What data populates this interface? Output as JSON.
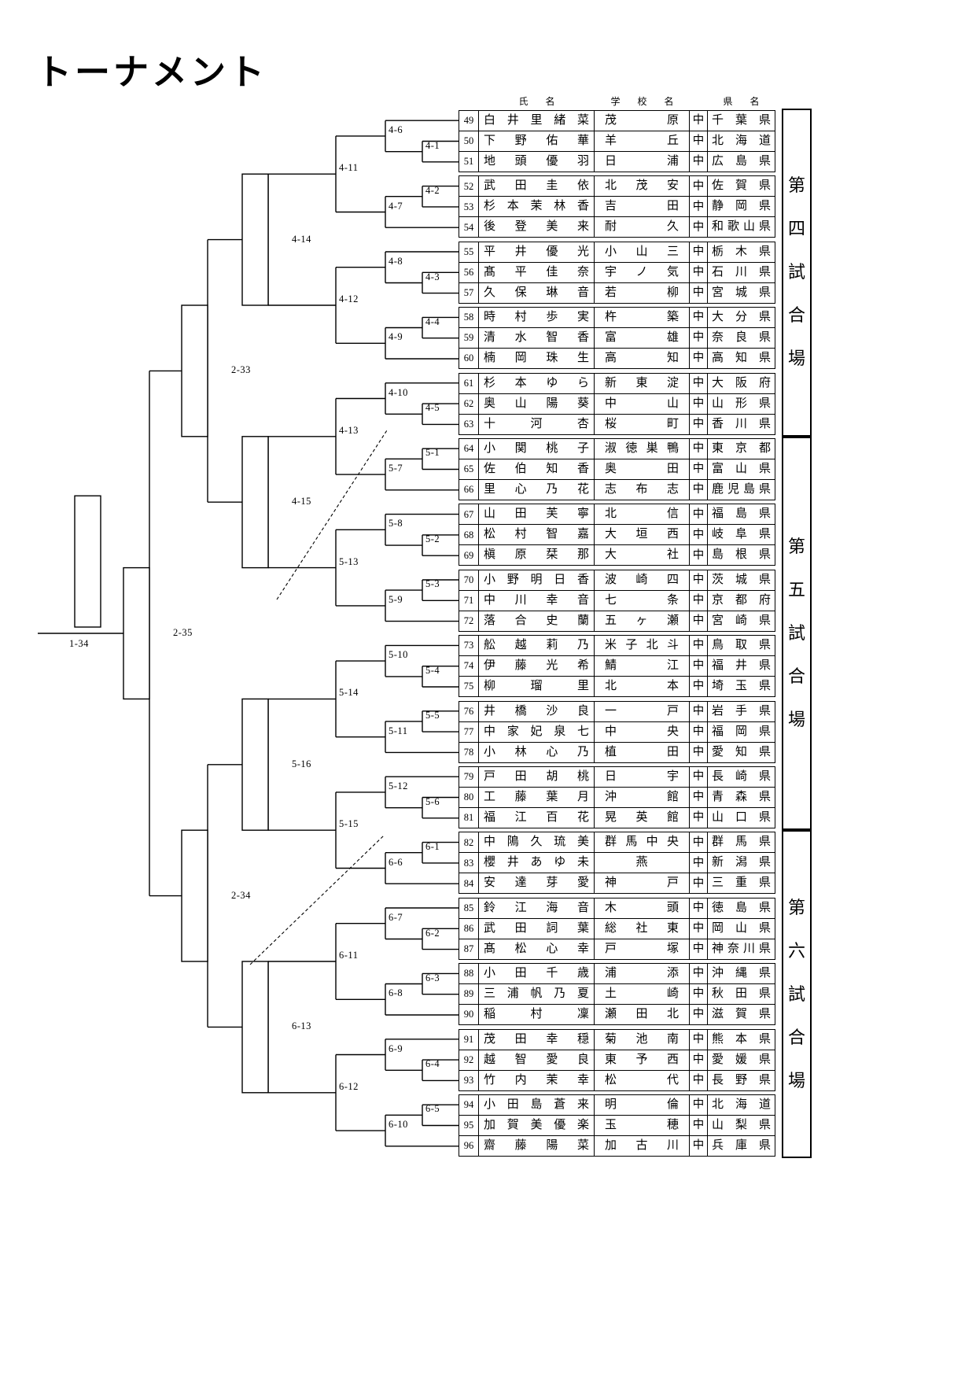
{
  "title": "トーナメント",
  "colors": {
    "line": "#000000",
    "background": "#ffffff",
    "text": "#000000"
  },
  "table": {
    "headers": {
      "name": "氏　名",
      "school": "学　校　名",
      "pref": "県　名"
    },
    "school_suffix": "中",
    "players": [
      {
        "no": 49,
        "name": "白井里緒菜",
        "school": "茂原",
        "pref": "千葉県"
      },
      {
        "no": 50,
        "name": "下野佑華",
        "school": "羊丘",
        "pref": "北海道"
      },
      {
        "no": 51,
        "name": "地頭優羽",
        "school": "日浦",
        "pref": "広島県"
      },
      {
        "no": 52,
        "name": "武田圭依",
        "school": "北茂安",
        "pref": "佐賀県"
      },
      {
        "no": 53,
        "name": "杉本茉林香",
        "school": "吉田",
        "pref": "静岡県"
      },
      {
        "no": 54,
        "name": "後登美来",
        "school": "耐久",
        "pref": "和歌山県"
      },
      {
        "no": 55,
        "name": "平井優光",
        "school": "小山三",
        "pref": "栃木県"
      },
      {
        "no": 56,
        "name": "髙平佳奈",
        "school": "宇ノ気",
        "pref": "石川県"
      },
      {
        "no": 57,
        "name": "久保琳音",
        "school": "若柳",
        "pref": "宮城県"
      },
      {
        "no": 58,
        "name": "時村歩実",
        "school": "杵築",
        "pref": "大分県"
      },
      {
        "no": 59,
        "name": "清水智香",
        "school": "富雄",
        "pref": "奈良県"
      },
      {
        "no": 60,
        "name": "楠岡珠生",
        "school": "高知",
        "pref": "高知県"
      },
      {
        "no": 61,
        "name": "杉本ゆら",
        "school": "新東淀",
        "pref": "大阪府"
      },
      {
        "no": 62,
        "name": "奥山陽葵",
        "school": "中山",
        "pref": "山形県"
      },
      {
        "no": 63,
        "name": "十河杏",
        "school": "桜町",
        "pref": "香川県"
      },
      {
        "no": 64,
        "name": "小関桃子",
        "school": "淑徳巣鴨",
        "pref": "東京都"
      },
      {
        "no": 65,
        "name": "佐伯知香",
        "school": "奥田",
        "pref": "富山県"
      },
      {
        "no": 66,
        "name": "里心乃花",
        "school": "志布志",
        "pref": "鹿児島県"
      },
      {
        "no": 67,
        "name": "山田芙寧",
        "school": "北信",
        "pref": "福島県"
      },
      {
        "no": 68,
        "name": "松村智嘉",
        "school": "大垣西",
        "pref": "岐阜県"
      },
      {
        "no": 69,
        "name": "槇原栞那",
        "school": "大社",
        "pref": "島根県"
      },
      {
        "no": 70,
        "name": "小野明日香",
        "school": "波崎四",
        "pref": "茨城県"
      },
      {
        "no": 71,
        "name": "中川幸音",
        "school": "七条",
        "pref": "京都府"
      },
      {
        "no": 72,
        "name": "落合史蘭",
        "school": "五ヶ瀬",
        "pref": "宮崎県"
      },
      {
        "no": 73,
        "name": "舩越莉乃",
        "school": "米子北斗",
        "pref": "鳥取県"
      },
      {
        "no": 74,
        "name": "伊藤光希",
        "school": "鯖江",
        "pref": "福井県"
      },
      {
        "no": 75,
        "name": "柳瑠里",
        "school": "北本",
        "pref": "埼玉県"
      },
      {
        "no": 76,
        "name": "井橋沙良",
        "school": "一戸",
        "pref": "岩手県"
      },
      {
        "no": 77,
        "name": "中家妃泉七",
        "school": "中央",
        "pref": "福岡県"
      },
      {
        "no": 78,
        "name": "小林心乃",
        "school": "植田",
        "pref": "愛知県"
      },
      {
        "no": 79,
        "name": "戸田胡桃",
        "school": "日宇",
        "pref": "長崎県"
      },
      {
        "no": 80,
        "name": "工藤葉月",
        "school": "沖館",
        "pref": "青森県"
      },
      {
        "no": 81,
        "name": "福江百花",
        "school": "晃英館",
        "pref": "山口県"
      },
      {
        "no": 82,
        "name": "中隝久琉美",
        "school": "群馬中央",
        "pref": "群馬県"
      },
      {
        "no": 83,
        "name": "櫻井あゆ未",
        "school": "燕",
        "pref": "新潟県"
      },
      {
        "no": 84,
        "name": "安達芽愛",
        "school": "神戸",
        "pref": "三重県"
      },
      {
        "no": 85,
        "name": "鈴江海音",
        "school": "木頭",
        "pref": "徳島県"
      },
      {
        "no": 86,
        "name": "武田詞葉",
        "school": "総社東",
        "pref": "岡山県"
      },
      {
        "no": 87,
        "name": "髙松心幸",
        "school": "戸塚",
        "pref": "神奈川県"
      },
      {
        "no": 88,
        "name": "小田千歳",
        "school": "浦添",
        "pref": "沖縄県"
      },
      {
        "no": 89,
        "name": "三浦帆乃夏",
        "school": "土崎",
        "pref": "秋田県"
      },
      {
        "no": 90,
        "name": "稲村凜",
        "school": "瀬田北",
        "pref": "滋賀県"
      },
      {
        "no": 91,
        "name": "茂田幸穏",
        "school": "菊池南",
        "pref": "熊本県"
      },
      {
        "no": 92,
        "name": "越智愛良",
        "school": "東予西",
        "pref": "愛媛県"
      },
      {
        "no": 93,
        "name": "竹内茉幸",
        "school": "松代",
        "pref": "長野県"
      },
      {
        "no": 94,
        "name": "小田島蒼来",
        "school": "明倫",
        "pref": "北海道"
      },
      {
        "no": 95,
        "name": "加賀美優楽",
        "school": "玉穂",
        "pref": "山梨県"
      },
      {
        "no": 96,
        "name": "齋藤陽菜",
        "school": "加古川",
        "pref": "兵庫県"
      }
    ]
  },
  "bracket": {
    "matches": [
      {
        "label": "4-1",
        "a": {
          "p": 50
        },
        "b": {
          "p": 51
        }
      },
      {
        "label": "4-2",
        "a": {
          "p": 52
        },
        "b": {
          "p": 53
        }
      },
      {
        "label": "4-3",
        "a": {
          "p": 56
        },
        "b": {
          "p": 57
        }
      },
      {
        "label": "4-4",
        "a": {
          "p": 58
        },
        "b": {
          "p": 59
        }
      },
      {
        "label": "4-5",
        "a": {
          "p": 62
        },
        "b": {
          "p": 63
        }
      },
      {
        "label": "5-1",
        "a": {
          "p": 64
        },
        "b": {
          "p": 65
        }
      },
      {
        "label": "5-2",
        "a": {
          "p": 68
        },
        "b": {
          "p": 69
        }
      },
      {
        "label": "5-3",
        "a": {
          "p": 70
        },
        "b": {
          "p": 71
        }
      },
      {
        "label": "5-4",
        "a": {
          "p": 74
        },
        "b": {
          "p": 75
        }
      },
      {
        "label": "5-5",
        "a": {
          "p": 76
        },
        "b": {
          "p": 77
        }
      },
      {
        "label": "5-6",
        "a": {
          "p": 80
        },
        "b": {
          "p": 81
        }
      },
      {
        "label": "6-1",
        "a": {
          "p": 82
        },
        "b": {
          "p": 83
        }
      },
      {
        "label": "6-2",
        "a": {
          "p": 86
        },
        "b": {
          "p": 87
        }
      },
      {
        "label": "6-3",
        "a": {
          "p": 88
        },
        "b": {
          "p": 89
        }
      },
      {
        "label": "6-4",
        "a": {
          "p": 92
        },
        "b": {
          "p": 93
        }
      },
      {
        "label": "6-5",
        "a": {
          "p": 94
        },
        "b": {
          "p": 95
        }
      },
      {
        "label": "4-6",
        "a": {
          "p": 49
        },
        "b": {
          "m": "4-1"
        }
      },
      {
        "label": "4-7",
        "a": {
          "m": "4-2"
        },
        "b": {
          "p": 54
        }
      },
      {
        "label": "4-8",
        "a": {
          "p": 55
        },
        "b": {
          "m": "4-3"
        }
      },
      {
        "label": "4-9",
        "a": {
          "m": "4-4"
        },
        "b": {
          "p": 60
        }
      },
      {
        "label": "4-10",
        "a": {
          "p": 61
        },
        "b": {
          "m": "4-5"
        }
      },
      {
        "label": "5-7",
        "a": {
          "m": "5-1"
        },
        "b": {
          "p": 66
        }
      },
      {
        "label": "5-8",
        "a": {
          "p": 67
        },
        "b": {
          "m": "5-2"
        }
      },
      {
        "label": "5-9",
        "a": {
          "m": "5-3"
        },
        "b": {
          "p": 72
        }
      },
      {
        "label": "5-10",
        "a": {
          "p": 73
        },
        "b": {
          "m": "5-4"
        }
      },
      {
        "label": "5-11",
        "a": {
          "m": "5-5"
        },
        "b": {
          "p": 78
        }
      },
      {
        "label": "5-12",
        "a": {
          "p": 79
        },
        "b": {
          "m": "5-6"
        }
      },
      {
        "label": "6-6",
        "a": {
          "m": "6-1"
        },
        "b": {
          "p": 84
        }
      },
      {
        "label": "6-7",
        "a": {
          "p": 85
        },
        "b": {
          "m": "6-2"
        }
      },
      {
        "label": "6-8",
        "a": {
          "m": "6-3"
        },
        "b": {
          "p": 90
        }
      },
      {
        "label": "6-9",
        "a": {
          "p": 91
        },
        "b": {
          "m": "6-4"
        }
      },
      {
        "label": "6-10",
        "a": {
          "m": "6-5"
        },
        "b": {
          "p": 96
        }
      },
      {
        "label": "4-11",
        "a": {
          "m": "4-6"
        },
        "b": {
          "m": "4-7"
        }
      },
      {
        "label": "4-12",
        "a": {
          "m": "4-8"
        },
        "b": {
          "m": "4-9"
        }
      },
      {
        "label": "4-13",
        "a": {
          "m": "4-10"
        },
        "b": {
          "m": "5-7"
        }
      },
      {
        "label": "5-13",
        "a": {
          "m": "5-8"
        },
        "b": {
          "m": "5-9"
        }
      },
      {
        "label": "5-14",
        "a": {
          "m": "5-10"
        },
        "b": {
          "m": "5-11"
        }
      },
      {
        "label": "5-15",
        "a": {
          "m": "5-12"
        },
        "b": {
          "m": "6-6"
        }
      },
      {
        "label": "6-11",
        "a": {
          "m": "6-7"
        },
        "b": {
          "m": "6-8"
        }
      },
      {
        "label": "6-12",
        "a": {
          "m": "6-9"
        },
        "b": {
          "m": "6-10"
        }
      },
      {
        "label": "4-14",
        "a": {
          "m": "4-11"
        },
        "b": {
          "m": "4-12"
        }
      },
      {
        "label": "4-15",
        "a": {
          "m": "4-13"
        },
        "b": {
          "m": "5-13"
        }
      },
      {
        "label": "5-16",
        "a": {
          "m": "5-14"
        },
        "b": {
          "m": "5-15"
        }
      },
      {
        "label": "6-13",
        "a": {
          "m": "6-11"
        },
        "b": {
          "m": "6-12"
        }
      },
      {
        "label": "2-33",
        "a": {
          "m": "4-14"
        },
        "b": {
          "m": "4-15"
        }
      },
      {
        "label": "2-34",
        "a": {
          "m": "5-16"
        },
        "b": {
          "m": "6-13"
        }
      },
      {
        "label": "2-35",
        "a": {
          "m": "2-33"
        },
        "b": {
          "m": "2-34"
        }
      }
    ],
    "final": {
      "label": "1-34",
      "from": "2-35"
    }
  },
  "venues": [
    {
      "label": "第四試合場"
    },
    {
      "label": "第五試合場"
    },
    {
      "label": "第六試合場"
    }
  ]
}
